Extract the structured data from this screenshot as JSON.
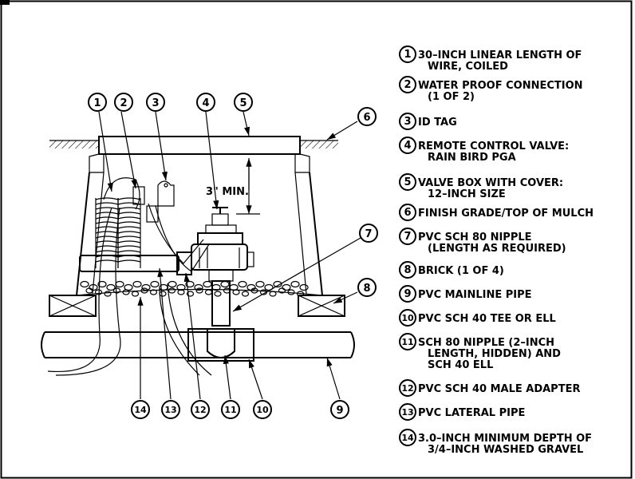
{
  "colors": {
    "ink": "#000000",
    "paper": "#ffffff"
  },
  "dimension_label": "3\" MIN.",
  "legend": [
    {
      "n": "1",
      "lines": [
        "30–INCH LINEAR LENGTH OF",
        "WIRE, COILED"
      ]
    },
    {
      "n": "2",
      "lines": [
        "WATER PROOF CONNECTION",
        "(1 OF 2)"
      ]
    },
    {
      "n": "3",
      "lines": [
        "ID TAG"
      ]
    },
    {
      "n": "4",
      "lines": [
        "REMOTE CONTROL VALVE:",
        "RAIN BIRD PGA"
      ]
    },
    {
      "n": "5",
      "lines": [
        "VALVE BOX WITH COVER:",
        "12–INCH SIZE"
      ]
    },
    {
      "n": "6",
      "lines": [
        "FINISH GRADE/TOP OF MULCH"
      ]
    },
    {
      "n": "7",
      "lines": [
        "PVC SCH 80 NIPPLE",
        "(LENGTH AS REQUIRED)"
      ]
    },
    {
      "n": "8",
      "lines": [
        "BRICK (1 OF 4)"
      ]
    },
    {
      "n": "9",
      "lines": [
        "PVC MAINLINE PIPE"
      ]
    },
    {
      "n": "10",
      "lines": [
        "PVC SCH 40 TEE OR ELL"
      ]
    },
    {
      "n": "11",
      "lines": [
        "SCH 80 NIPPLE (2–INCH",
        "LENGTH, HIDDEN) AND",
        "SCH 40 ELL"
      ]
    },
    {
      "n": "12",
      "lines": [
        "PVC SCH 40 MALE ADAPTER"
      ]
    },
    {
      "n": "13",
      "lines": [
        "PVC LATERAL PIPE"
      ]
    },
    {
      "n": "14",
      "lines": [
        "3.0–INCH MINIMUM DEPTH OF",
        "3/4–INCH WASHED GRAVEL"
      ]
    }
  ],
  "callouts": [
    "1",
    "2",
    "3",
    "4",
    "5",
    "6",
    "7",
    "8",
    "9",
    "10",
    "11",
    "12",
    "13",
    "14"
  ]
}
